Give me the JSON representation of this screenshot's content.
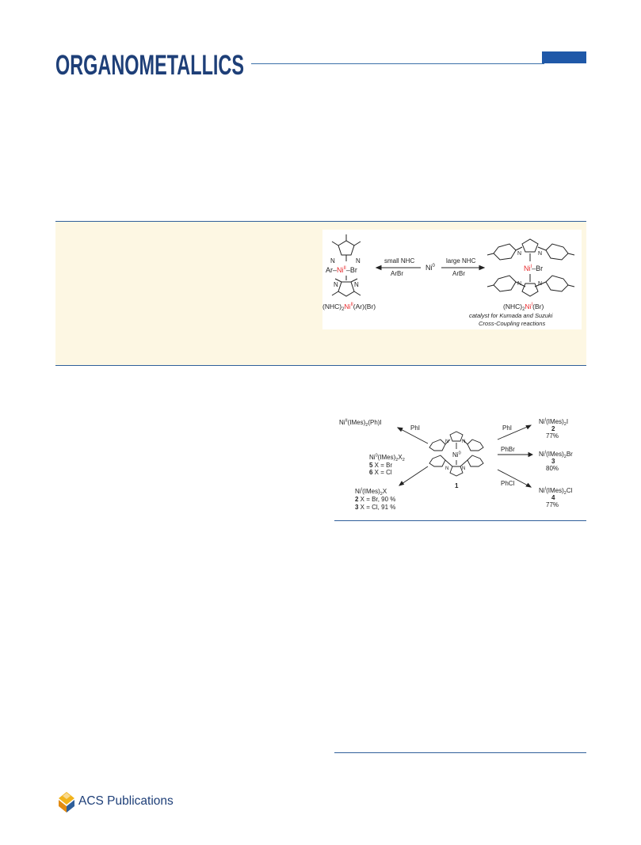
{
  "journal": {
    "name": "ORGANOMETALLICS",
    "accent_color": "#1f58a8",
    "title_color": "#1e3f78"
  },
  "toc_graphic": {
    "reagent_center": "Ni",
    "reagent_center_ox": "0",
    "left_arrow_top": "small NHC",
    "left_arrow_bottom": "ArBr",
    "right_arrow_top": "large NHC",
    "right_arrow_bottom": "ArBr",
    "left_center_left": "Ar–",
    "left_metal": "Ni",
    "left_metal_ox": "II",
    "left_center_right": "–Br",
    "left_formula_pre": "(NHC)",
    "left_formula_sub": "2",
    "left_formula_metal": "Ni",
    "left_formula_ox": "II",
    "left_formula_post": "(Ar)(Br)",
    "right_metal": "Ni",
    "right_metal_ox": "I",
    "right_center_right": "–Br",
    "right_formula_pre": "(NHC)",
    "right_formula_sub": "2",
    "right_formula_metal": "Ni",
    "right_formula_ox": "I",
    "right_formula_post": "(Br)",
    "caption_line1": "catalyst for Kumada and Suzuki",
    "caption_line2": "Cross-Coupling reactions",
    "highlight_color": "#e8282a"
  },
  "scheme": {
    "top_left_product_a": "Ni",
    "top_left_product_ox": "II",
    "top_left_product_b": "(IMes)",
    "top_left_product_sub": "2",
    "top_left_product_c": "(Ph)I",
    "top_left_reagent": "PhI",
    "mid_left_a": "Ni",
    "mid_left_ox": "0",
    "mid_left_b": "(IMes)",
    "mid_left_sub": "2",
    "mid_left_c": "X",
    "mid_left_sub2": "2",
    "mid_left_line2_num": "5",
    "mid_left_line2_text": " X = Br",
    "mid_left_line3_num": "6",
    "mid_left_line3_text": " X = Cl",
    "bottom_left_a": "Ni",
    "bottom_left_ox": "I",
    "bottom_left_b": "(IMes)",
    "bottom_left_sub": "2",
    "bottom_left_c": "X",
    "bottom_left_line2_num": "2",
    "bottom_left_line2_text": " X = Br, 90 %",
    "bottom_left_line3_num": "3",
    "bottom_left_line3_text": " X = Cl, 91 %",
    "center_metal": "Ni",
    "center_ox": "0",
    "center_label": "1",
    "r1_reagent": "PhI",
    "r1_a": "Ni",
    "r1_ox": "I",
    "r1_b": "(IMes)",
    "r1_sub": "2",
    "r1_c": "I",
    "r1_num": "2",
    "r1_yield": "77%",
    "r2_reagent": "PhBr",
    "r2_a": "Ni",
    "r2_ox": "I",
    "r2_b": "(IMes)",
    "r2_sub": "2",
    "r2_c": "Br",
    "r2_num": "3",
    "r2_yield": "80%",
    "r3_reagent": "PhCl",
    "r3_a": "Ni",
    "r3_ox": "I",
    "r3_b": "(IMes)",
    "r3_sub": "2",
    "r3_c": "Cl",
    "r3_num": "4",
    "r3_yield": "77%"
  },
  "footer": {
    "publisher_a": "ACS",
    "publisher_b": " Publications"
  }
}
